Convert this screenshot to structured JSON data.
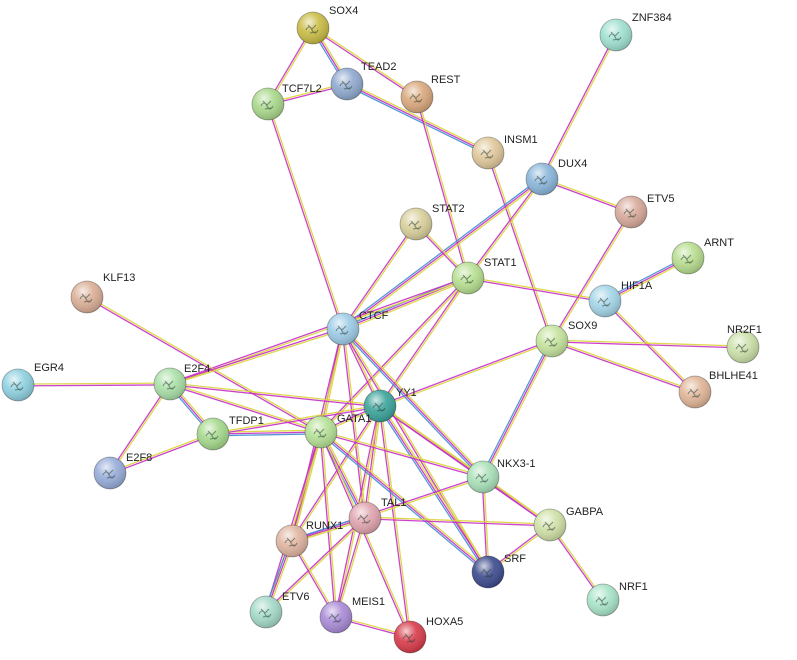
{
  "network": {
    "nodes": [
      {
        "id": "SOX4",
        "label": "SOX4",
        "color": "#c9bb45"
      },
      {
        "id": "TEAD2",
        "label": "TEAD2",
        "color": "#8fa9cf"
      },
      {
        "id": "TCF7L2",
        "label": "TCF7L2",
        "color": "#a8d88a"
      },
      {
        "id": "REST",
        "label": "REST",
        "color": "#d9a77c"
      },
      {
        "id": "ZNF384",
        "label": "ZNF384",
        "color": "#9fe0d0"
      },
      {
        "id": "INSM1",
        "label": "INSM1",
        "color": "#e0c79a"
      },
      {
        "id": "DUX4",
        "label": "DUX4",
        "color": "#8ab5da"
      },
      {
        "id": "ETV5",
        "label": "ETV5",
        "color": "#d7a99a"
      },
      {
        "id": "STAT2",
        "label": "STAT2",
        "color": "#d8cf9a"
      },
      {
        "id": "STAT1",
        "label": "STAT1",
        "color": "#b6df90"
      },
      {
        "id": "ARNT",
        "label": "ARNT",
        "color": "#b7dd8e"
      },
      {
        "id": "HIF1A",
        "label": "HIF1A",
        "color": "#a3d5e8"
      },
      {
        "id": "KLF13",
        "label": "KLF13",
        "color": "#dbae96"
      },
      {
        "id": "CTCF",
        "label": "CTCF",
        "color": "#9ccbe6"
      },
      {
        "id": "SOX9",
        "label": "SOX9",
        "color": "#c4e39c"
      },
      {
        "id": "NR2F1",
        "label": "NR2F1",
        "color": "#cbe0a8"
      },
      {
        "id": "EGR4",
        "label": "EGR4",
        "color": "#8fd0e0"
      },
      {
        "id": "E2F4",
        "label": "E2F4",
        "color": "#a9dfa7"
      },
      {
        "id": "BHLHE41",
        "label": "BHLHE41",
        "color": "#e0b597"
      },
      {
        "id": "YY1",
        "label": "YY1",
        "color": "#3aa39b"
      },
      {
        "id": "TFDP1",
        "label": "TFDP1",
        "color": "#a5d98c"
      },
      {
        "id": "GATA1",
        "label": "GATA1",
        "color": "#b4e095"
      },
      {
        "id": "E2F8",
        "label": "E2F8",
        "color": "#97acd9"
      },
      {
        "id": "NKX3-1",
        "label": "NKX3-1",
        "color": "#a9e0b8"
      },
      {
        "id": "TAL1",
        "label": "TAL1",
        "color": "#e0a4ae"
      },
      {
        "id": "GABPA",
        "label": "GABPA",
        "color": "#cfe0a6"
      },
      {
        "id": "RUNX1",
        "label": "RUNX1",
        "color": "#e0b4a0"
      },
      {
        "id": "SRF",
        "label": "SRF",
        "color": "#3c4a8c"
      },
      {
        "id": "NRF1",
        "label": "NRF1",
        "color": "#a8e4c8"
      },
      {
        "id": "ETV6",
        "label": "ETV6",
        "color": "#a3d9c8"
      },
      {
        "id": "MEIS1",
        "label": "MEIS1",
        "color": "#a98ad6"
      },
      {
        "id": "HOXA5",
        "label": "HOXA5",
        "color": "#d83a4a"
      }
    ],
    "edges": [
      [
        "SOX4",
        "TEAD2"
      ],
      [
        "SOX4",
        "TCF7L2"
      ],
      [
        "SOX4",
        "REST"
      ],
      [
        "TCF7L2",
        "TEAD2"
      ],
      [
        "TCF7L2",
        "CTCF"
      ],
      [
        "TEAD2",
        "INSM1"
      ],
      [
        "REST",
        "STAT1"
      ],
      [
        "INSM1",
        "SOX9"
      ],
      [
        "ZNF384",
        "DUX4"
      ],
      [
        "DUX4",
        "STAT1"
      ],
      [
        "DUX4",
        "CTCF"
      ],
      [
        "DUX4",
        "ETV5"
      ],
      [
        "STAT2",
        "STAT1"
      ],
      [
        "STAT2",
        "CTCF"
      ],
      [
        "STAT1",
        "HIF1A"
      ],
      [
        "STAT1",
        "CTCF"
      ],
      [
        "STAT1",
        "YY1"
      ],
      [
        "STAT1",
        "GATA1"
      ],
      [
        "STAT1",
        "E2F4"
      ],
      [
        "ETV5",
        "SOX9"
      ],
      [
        "ARNT",
        "HIF1A"
      ],
      [
        "HIF1A",
        "BHLHE41"
      ],
      [
        "SOX9",
        "NR2F1"
      ],
      [
        "SOX9",
        "BHLHE41"
      ],
      [
        "SOX9",
        "YY1"
      ],
      [
        "SOX9",
        "NKX3-1"
      ],
      [
        "KLF13",
        "GATA1"
      ],
      [
        "CTCF",
        "E2F4"
      ],
      [
        "CTCF",
        "YY1"
      ],
      [
        "CTCF",
        "GATA1"
      ],
      [
        "CTCF",
        "NKX3-1"
      ],
      [
        "CTCF",
        "SRF"
      ],
      [
        "CTCF",
        "TAL1"
      ],
      [
        "CTCF",
        "RUNX1"
      ],
      [
        "EGR4",
        "E2F4"
      ],
      [
        "E2F4",
        "TFDP1"
      ],
      [
        "E2F4",
        "E2F8"
      ],
      [
        "E2F4",
        "GATA1"
      ],
      [
        "E2F4",
        "YY1"
      ],
      [
        "E2F8",
        "TFDP1"
      ],
      [
        "TFDP1",
        "GATA1"
      ],
      [
        "TFDP1",
        "YY1"
      ],
      [
        "YY1",
        "GATA1"
      ],
      [
        "YY1",
        "NKX3-1"
      ],
      [
        "YY1",
        "GABPA"
      ],
      [
        "YY1",
        "SRF"
      ],
      [
        "YY1",
        "TAL1"
      ],
      [
        "YY1",
        "MEIS1"
      ],
      [
        "YY1",
        "HOXA5"
      ],
      [
        "YY1",
        "RUNX1"
      ],
      [
        "GATA1",
        "TAL1"
      ],
      [
        "GATA1",
        "RUNX1"
      ],
      [
        "GATA1",
        "ETV6"
      ],
      [
        "GATA1",
        "MEIS1"
      ],
      [
        "GATA1",
        "HOXA5"
      ],
      [
        "GATA1",
        "SRF"
      ],
      [
        "GATA1",
        "NKX3-1"
      ],
      [
        "NKX3-1",
        "SRF"
      ],
      [
        "NKX3-1",
        "GABPA"
      ],
      [
        "NKX3-1",
        "RUNX1"
      ],
      [
        "TAL1",
        "RUNX1"
      ],
      [
        "TAL1",
        "ETV6"
      ],
      [
        "TAL1",
        "MEIS1"
      ],
      [
        "TAL1",
        "GABPA"
      ],
      [
        "RUNX1",
        "MEIS1"
      ],
      [
        "RUNX1",
        "ETV6"
      ],
      [
        "MEIS1",
        "HOXA5"
      ],
      [
        "GABPA",
        "NRF1"
      ],
      [
        "GABPA",
        "SRF"
      ]
    ]
  }
}
